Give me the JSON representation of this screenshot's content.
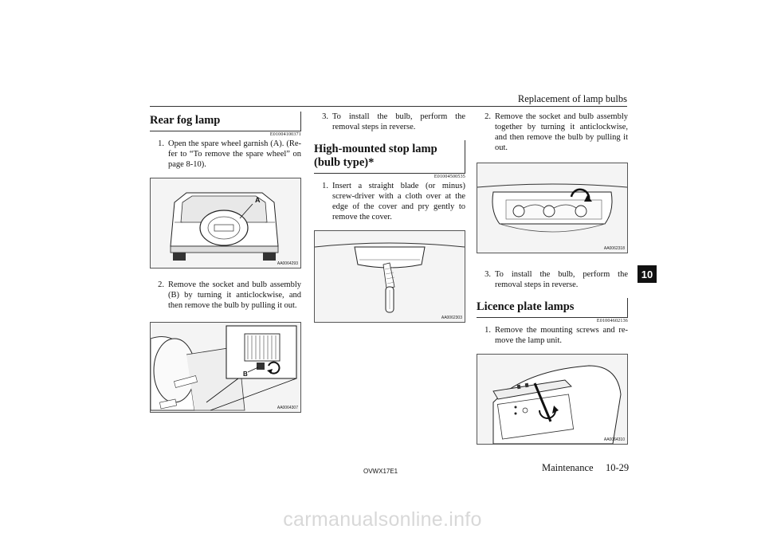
{
  "header": {
    "running_title": "Replacement of lamp bulbs"
  },
  "col1": {
    "heading": "Rear fog lamp",
    "code": "E01004100371",
    "step1_num": "1.",
    "step1_text": "Open the spare wheel garnish (A). (Re-fer to “To remove the spare wheel” on page 8-10).",
    "fig1_code": "AA0064293",
    "fig1_label": "A",
    "step2_num": "2.",
    "step2_text": "Remove the socket and bulb assembly (B) by turning it anticlockwise, and then remove the bulb by pulling it out.",
    "fig2_code": "AA0064307",
    "fig2_label": "B"
  },
  "col2": {
    "step3_num": "3.",
    "step3_text": "To install the bulb, perform the removal steps in reverse.",
    "heading": "High-mounted stop lamp (bulb type)*",
    "code": "E01004500535",
    "step1_num": "1.",
    "step1_text": "Insert a straight blade (or minus) screw-driver with a cloth over at the edge of the cover and pry gently to remove the cover.",
    "fig_code": "AA0062303"
  },
  "col3": {
    "step2_num": "2.",
    "step2_text": "Remove the socket and bulb assembly together by turning it anticlockwise, and then remove the bulb by pulling it out.",
    "fig1_code": "AA0062318",
    "step3_num": "3.",
    "step3_text": "To install the bulb, perform the removal steps in reverse.",
    "heading": "Licence plate lamps",
    "code": "E01004602136",
    "step1_num": "1.",
    "step1_text": "Remove the mounting screws and re-move the lamp unit.",
    "fig2_code": "AA0064310"
  },
  "footer": {
    "doc_code": "OVWX17E1",
    "section": "Maintenance",
    "page": "10-29"
  },
  "chapter_tab": "10",
  "watermark": "carmanualsonline.info",
  "icons": [
    "car-rear-icon",
    "fog-lamp-socket-icon",
    "screwdriver-icon",
    "stop-lamp-socket-icon",
    "licence-lamp-icon",
    "rotate-arrow-icon"
  ]
}
